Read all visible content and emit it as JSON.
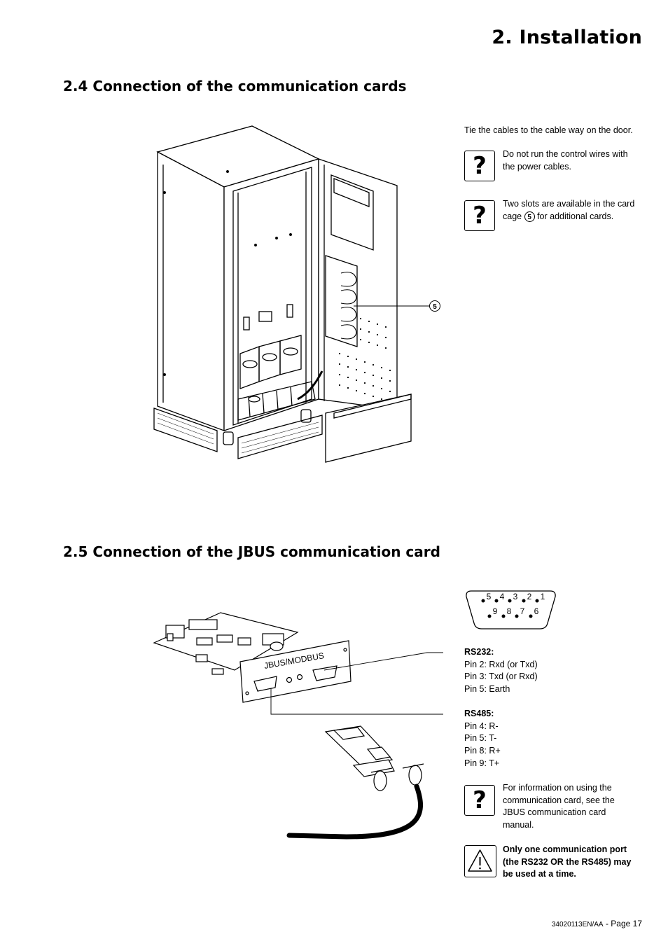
{
  "header": {
    "title": "2. Installation"
  },
  "section_4": {
    "title": "2.4 Connection of the communication cards",
    "intro": "Tie the cables to the cable way on the door.",
    "note1_line1": "Do not run the control wires with",
    "note1_line2": "the power cables.",
    "note2_line1": "Two slots are available in the card",
    "note2_pre": "cage",
    "note2_ref": "5",
    "note2_post": "for additional cards.",
    "callout": "5"
  },
  "section_5": {
    "title": "2.5 Connection of the JBUS communication card",
    "card_label": "JBUS/MODBUS",
    "connector": {
      "top_row": [
        "5",
        "4",
        "3",
        "2",
        "1"
      ],
      "bottom_row": [
        "9",
        "8",
        "7",
        "6"
      ]
    },
    "rs232": {
      "heading": "RS232:",
      "pins": [
        "Pin 2: Rxd (or Txd)",
        "Pin 3: Txd (or Rxd)",
        "Pin 5: Earth"
      ]
    },
    "rs485": {
      "heading": "RS485:",
      "pins": [
        "Pin 4: R-",
        "Pin 5: T-",
        "Pin 8: R+",
        "Pin 9: T+"
      ]
    },
    "info_note": [
      "For information on using the",
      "communication card, see the",
      "JBUS communication card",
      "manual."
    ],
    "warning_note": [
      "Only one communication port",
      "(the RS232 OR the RS485) may",
      "be used at a time."
    ]
  },
  "footer": {
    "code": "34020113EN/AA",
    "separator": " - ",
    "page": "Page 17"
  },
  "icons": {
    "info": "question-mark-icon",
    "warning": "warning-triangle-icon"
  }
}
